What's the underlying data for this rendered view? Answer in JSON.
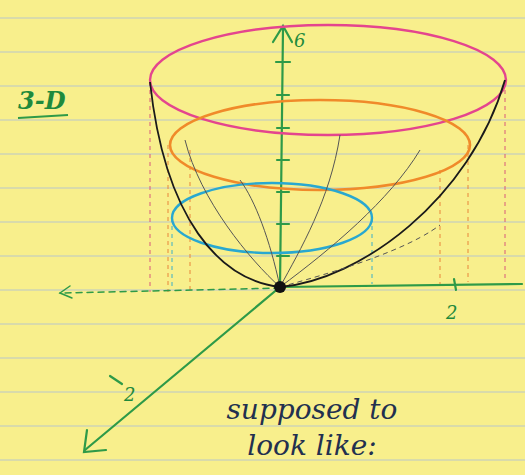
{
  "diagram": {
    "labels": [
      "3-D",
      "6",
      "2",
      "2",
      "supposed to look like:"
    ]
  }
}
